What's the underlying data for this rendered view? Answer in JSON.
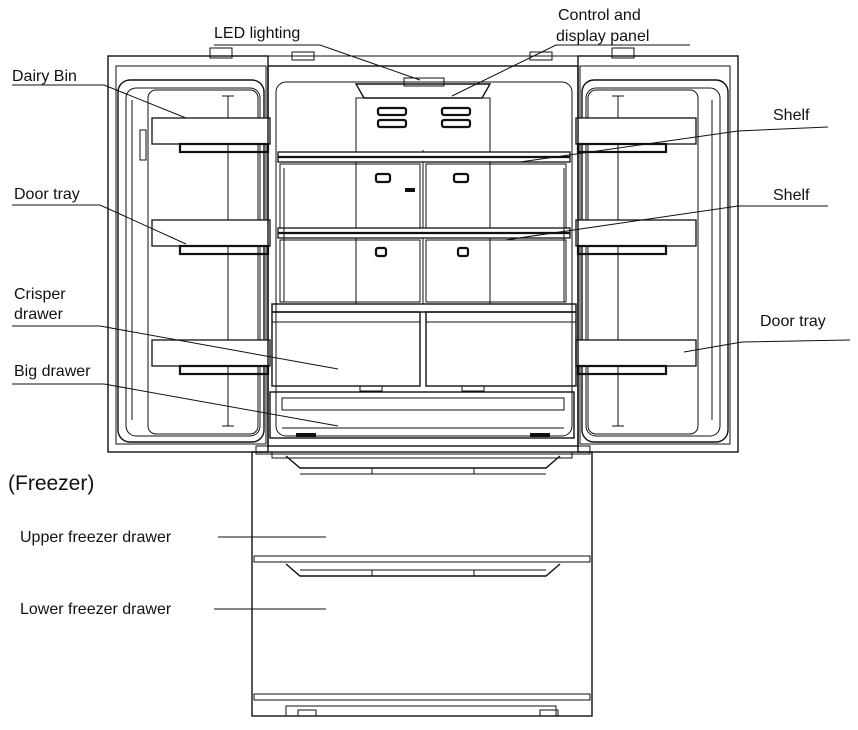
{
  "labels": {
    "led_lighting": "LED lighting",
    "control_line1": "Control and",
    "control_line2": "display panel",
    "dairy_bin": "Dairy Bin",
    "shelf_1": "Shelf",
    "shelf_2": "Shelf",
    "door_tray_left": "Door tray",
    "door_tray_right": "Door tray",
    "crisper_line1": "Crisper",
    "crisper_line2": "drawer",
    "big_drawer": "Big drawer",
    "freezer": "(Freezer)",
    "upper_freezer_drawer": "Upper freezer drawer",
    "lower_freezer_drawer": "Lower freezer drawer"
  }
}
